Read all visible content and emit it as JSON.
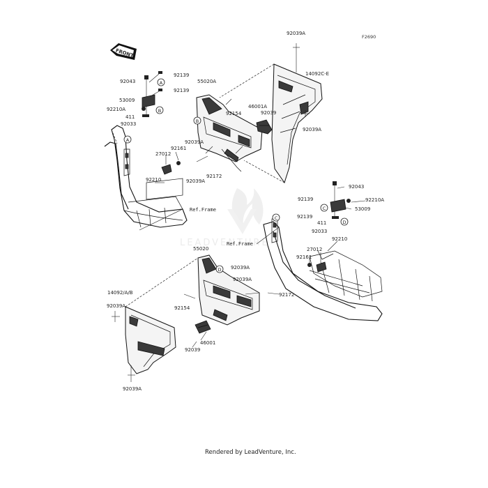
{
  "figure_code": "F2690",
  "front_label": "FRONT",
  "footer": "Rendered by LeadVenture, Inc.",
  "watermark": "LEADVENTURE",
  "callouts": {
    "a": "A",
    "b": "B",
    "c": "C",
    "d": "D"
  },
  "refs": {
    "upper": "Ref.Frame",
    "lower": "Ref.Frame"
  },
  "labels": {
    "p92039a_top": "92039A",
    "p14092ce": "14092C-E",
    "p92039a_rt": "92039A",
    "p92043_ul": "92043",
    "p92139_ul1": "92139",
    "p92139_ul2": "92139",
    "p53009_ul": "53009",
    "p92210a_ul": "92210A",
    "p411_ul": "411",
    "p92033_ul": "92033",
    "p55020a": "55020A",
    "p92154_up": "92154",
    "p46001a": "46001A",
    "p92039_up": "92039",
    "p92039a_mid": "92039A",
    "p27012_ul": "27012",
    "p92161_ul": "92161",
    "p92039a_mid2": "92039A",
    "p92172_up": "92172",
    "p92210_ul": "92210",
    "p92043_r": "92043",
    "p92139_r1": "92139",
    "p92210a_r": "92210A",
    "p53009_r": "53009",
    "p92139_r2": "92139",
    "p411_r": "411",
    "p92033_r": "92033",
    "p92210_r": "92210",
    "p27012_r": "27012",
    "p92161_r": "92161",
    "p55020": "55020",
    "p92039a_low1": "92039A",
    "p92039a_low2": "92039A",
    "p92172_low": "92172",
    "p14092ab": "14092/A/B",
    "p92039a_left": "92039A",
    "p92154_low": "92154",
    "p46001": "46001",
    "p92039_low": "92039",
    "p92039a_bot": "92039A"
  }
}
